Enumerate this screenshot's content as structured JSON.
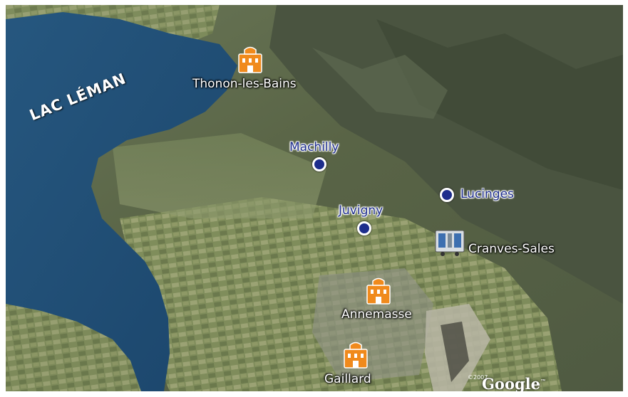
{
  "map": {
    "lake_label": "LAC LÉMAN",
    "cities": [
      {
        "name": "Thonon-les-Bains",
        "icon": "building-icon"
      },
      {
        "name": "Annemasse",
        "icon": "building-icon"
      },
      {
        "name": "Gaillard",
        "icon": "building-icon"
      }
    ],
    "villages": [
      {
        "name": "Machilly"
      },
      {
        "name": "Lucinges"
      },
      {
        "name": "Juvigny"
      }
    ],
    "site": {
      "name": "Cranves-Sales",
      "icon": "mobile-unit-icon"
    },
    "attribution": {
      "copyright": "©2007",
      "logo": "Google",
      "tm": "™"
    },
    "colors": {
      "lake": "#1f4f78",
      "city_marker": "#f08a1c",
      "village_dot": "#1d2d8c",
      "label_white": "#ffffff"
    }
  }
}
